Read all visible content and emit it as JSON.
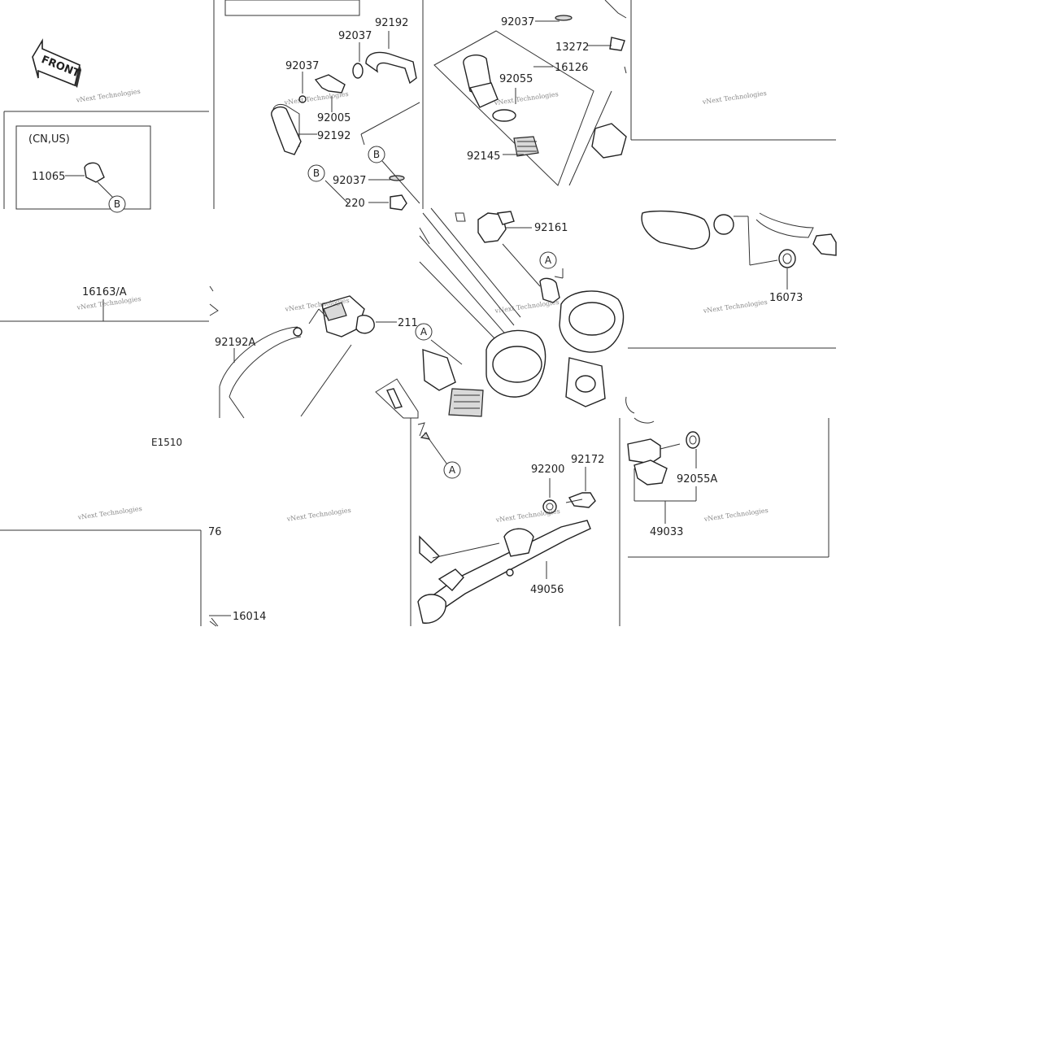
{
  "diagram": {
    "labels": {
      "n92192_top": "92192",
      "n92037_a": "92037",
      "n92037_b": "92037",
      "n92005": "92005",
      "n92192_mid": "92192",
      "n92037_c": "92037",
      "n220": "220",
      "n92037_d": "92037",
      "n13272": "13272",
      "n16126": "16126",
      "n92055": "92055",
      "n92145": "92145",
      "n92161": "92161",
      "n16073": "16073",
      "n16163a": "16163/A",
      "n92192a": "92192A",
      "n211": "211",
      "n11065": "11065",
      "cnus": "(CN,US)",
      "e1510": "E1510",
      "n76": "76",
      "n16014": "16014",
      "n92200": "92200",
      "n92172": "92172",
      "n49056": "49056",
      "n92055a": "92055A",
      "n49033": "49033",
      "front": "FRONT"
    },
    "callouts": {
      "b1": "B",
      "b2": "B",
      "b3": "B",
      "a1": "A",
      "a2": "A",
      "a3": "A"
    },
    "watermark": {
      "line1": "vNext Technologies",
      "line2": "Technologies"
    }
  }
}
